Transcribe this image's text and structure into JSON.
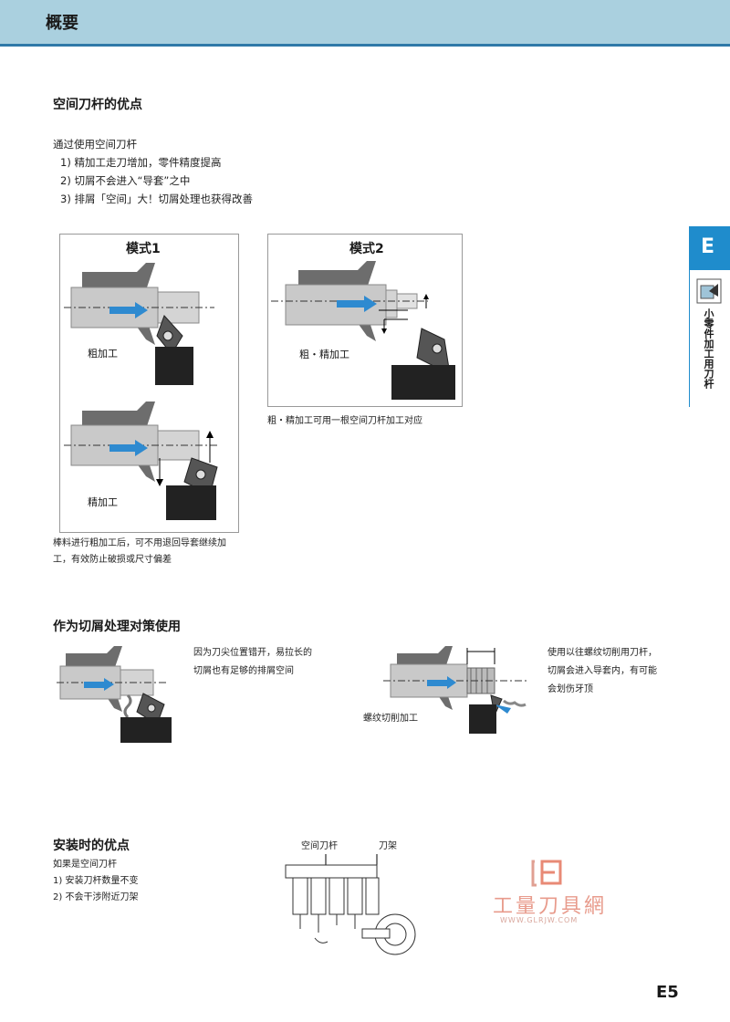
{
  "header": {
    "title": "概要"
  },
  "section1": {
    "heading": "空间刀杆的优点",
    "intro": "通过使用空间刀杆",
    "points": [
      "1) 精加工走刀增加，零件精度提高",
      "2) 切屑不会进入“导套”之中",
      "3) 排屑「空间」大！切屑处理也获得改善"
    ],
    "mode1": {
      "title": "模式1",
      "rough_label": "粗加工",
      "finish_label": "精加工"
    },
    "mode1_caption": [
      "棒料进行粗加工后，可不用退回导套继续加",
      "工，有效防止破损或尺寸偏差"
    ],
    "mode2": {
      "title": "模式2",
      "label": "粗・精加工"
    },
    "mode2_caption": "粗・精加工可用一根空间刀杆加工对应"
  },
  "section2": {
    "heading": "作为切屑处理对策使用",
    "left_caption": [
      "因为刀尖位置错开，易拉长的",
      "切屑也有足够的排屑空间"
    ],
    "thread_label": "螺纹切削加工",
    "right_caption": [
      "使用以往螺纹切削用刀杆，",
      "切屑会进入导套内，有可能",
      "会划伤牙顶"
    ]
  },
  "section3": {
    "heading": "安装时的优点",
    "intro": "如果是空间刀杆",
    "points": [
      "1) 安装刀杆数量不变",
      "2) 不会干涉附近刀架"
    ],
    "label_space_holder": "空间刀杆",
    "label_tool_post": "刀架"
  },
  "side_tab": {
    "letter": "E",
    "text": "小零件加工用刀杆"
  },
  "watermark": {
    "text": "工量刀具網",
    "url": "WWW.GLRJW.COM"
  },
  "page_number": "E5"
}
